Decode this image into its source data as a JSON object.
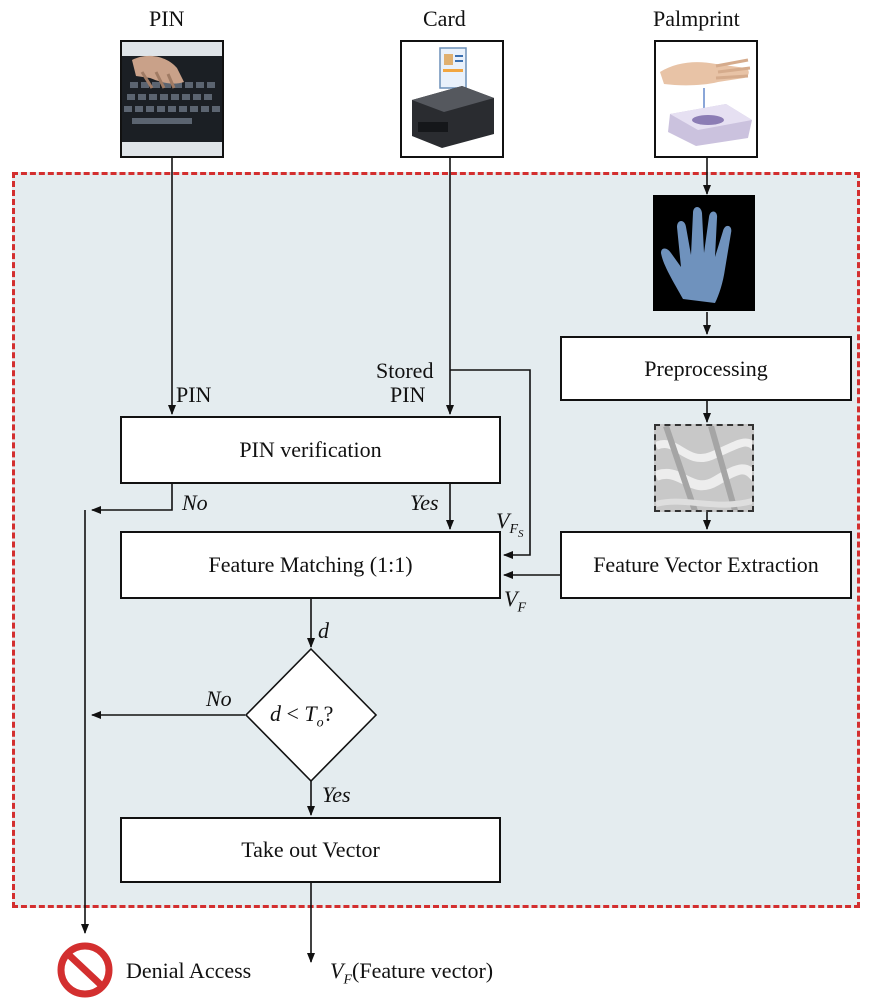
{
  "inputs": {
    "pin_title": "PIN",
    "card_title": "Card",
    "palm_title": "Palmprint"
  },
  "labels": {
    "pin_arrow": "PIN",
    "stored_pin_line1": "Stored",
    "stored_pin_line2": "PIN",
    "no_pin": "No",
    "yes_pin": "Yes",
    "vfs_main": "V",
    "vfs_sub": "F",
    "vfs_subsub": "S",
    "vf_main": "V",
    "vf_sub": "F",
    "d_label": "d",
    "no_decision": "No",
    "yes_decision": "Yes",
    "denial": "Denial Access",
    "output_v": "V",
    "output_sub": "F",
    "output_text": "(Feature vector)"
  },
  "boxes": {
    "pin_verification": "PIN verification",
    "feature_matching": "Feature Matching (1:1)",
    "take_out_vector": "Take out Vector",
    "preprocessing": "Preprocessing",
    "feature_extraction": "Feature Vector Extraction"
  },
  "decision": {
    "text_d": "d",
    "text_lt": " < ",
    "text_t": "T",
    "text_sub": "o",
    "text_q": "?"
  },
  "colors": {
    "dashed_border": "#d32f2f",
    "shaded_region": "#e6edf0",
    "denial_icon": "#d32f2f"
  }
}
